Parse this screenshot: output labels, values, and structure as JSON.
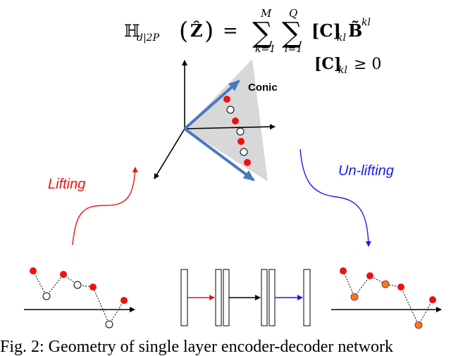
{
  "formula": {
    "lhs_symbol": "ℍ",
    "lhs_sub": "d|2P",
    "lhs_arg": "Ẑ",
    "equals": "=",
    "sum1_top": "M",
    "sum1_bottom": "k=1",
    "sum2_top": "Q",
    "sum2_bottom": "l=1",
    "term_C": "[C]",
    "term_C_sub": "kl",
    "term_B": "B̃",
    "term_B_sup": "kl",
    "constraint_C": "[C]",
    "constraint_sub": "kl",
    "constraint_rel": "≥ 0"
  },
  "labels": {
    "conic": "Conic",
    "lifting": "Lifting",
    "unlifting": "Un-lifting"
  },
  "caption": "Fig. 2: Geometry of single layer encoder-decoder network",
  "colors": {
    "red": "#ee1111",
    "blue": "#1a1aee",
    "cone_arrow": "#4a78c0",
    "cone_fill": "#d8d8d8",
    "orange": "#f07a2a"
  },
  "icons": [
    "axis-arrow",
    "red-dot",
    "hollow-dot",
    "orange-dot",
    "layer-box"
  ]
}
